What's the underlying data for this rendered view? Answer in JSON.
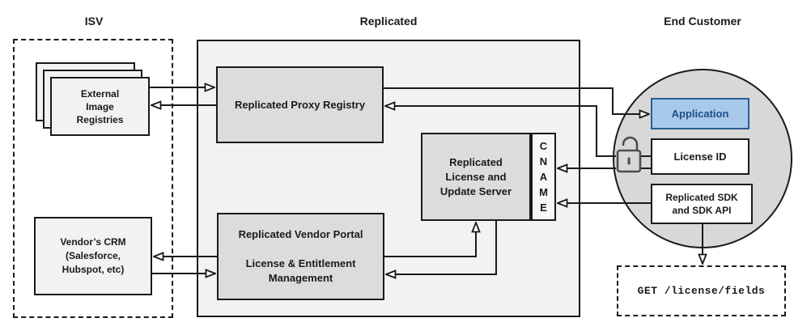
{
  "diagram": {
    "type": "architecture-diagram",
    "sections": {
      "isv": {
        "title": "ISV"
      },
      "replicated": {
        "title": "Replicated"
      },
      "end_customer": {
        "title": "End Customer"
      }
    },
    "nodes": {
      "external_registries": {
        "label": "External\nImage\nRegistries",
        "shape": "stacked-rectangles"
      },
      "vendor_crm": {
        "label": "Vendor’s CRM\n(Salesforce,\nHubspot, etc)",
        "shape": "rectangle"
      },
      "proxy_registry": {
        "label": "Replicated Proxy Registry",
        "shape": "rectangle"
      },
      "license_update_server": {
        "label": "Replicated\nLicense and\nUpdate Server",
        "shape": "rectangle"
      },
      "cname": {
        "label": "C\nN\nA\nM\nE",
        "shape": "vertical-label-rectangle"
      },
      "vendor_portal": {
        "label": "Replicated Vendor Portal\n\nLicense & Entitlement\nManagement",
        "shape": "rectangle"
      },
      "application": {
        "label": "Application",
        "shape": "rectangle",
        "accent": true
      },
      "license_id": {
        "label": "License ID",
        "shape": "rectangle"
      },
      "replicated_sdk": {
        "label": "Replicated SDK\nand SDK API",
        "shape": "rectangle"
      },
      "get_endpoint": {
        "label": "GET /license/fields",
        "shape": "dashed-rectangle",
        "text_style": "monospace"
      }
    },
    "icons": {
      "unlock": "unlock-icon (open padlock between License ID and CNAME lines)"
    },
    "connections": [
      {
        "from": "external_registries",
        "to": "proxy_registry"
      },
      {
        "from": "proxy_registry",
        "to": "external_registries"
      },
      {
        "from": "proxy_registry",
        "to": "application"
      },
      {
        "from": "license_id",
        "to": "proxy_registry"
      },
      {
        "from": "license_id",
        "to": "cname"
      },
      {
        "from": "replicated_sdk",
        "to": "cname"
      },
      {
        "from": "vendor_portal",
        "to": "license_update_server"
      },
      {
        "from": "license_update_server",
        "to": "vendor_portal"
      },
      {
        "from": "vendor_portal",
        "to": "vendor_crm"
      },
      {
        "from": "vendor_crm",
        "to": "vendor_portal"
      },
      {
        "from": "replicated_sdk",
        "to": "get_endpoint"
      }
    ],
    "colors": {
      "line": "#1a1a1a",
      "zone_fill": "#f2f2f2",
      "inner_box_fill": "#dcdcdc",
      "circle_fill": "#d8d8d8",
      "accent_fill": "#a9c9ea",
      "accent_border": "#2b5d8c",
      "accent_text": "#1a4f87",
      "lock_icon": "#4d4d4d"
    }
  }
}
